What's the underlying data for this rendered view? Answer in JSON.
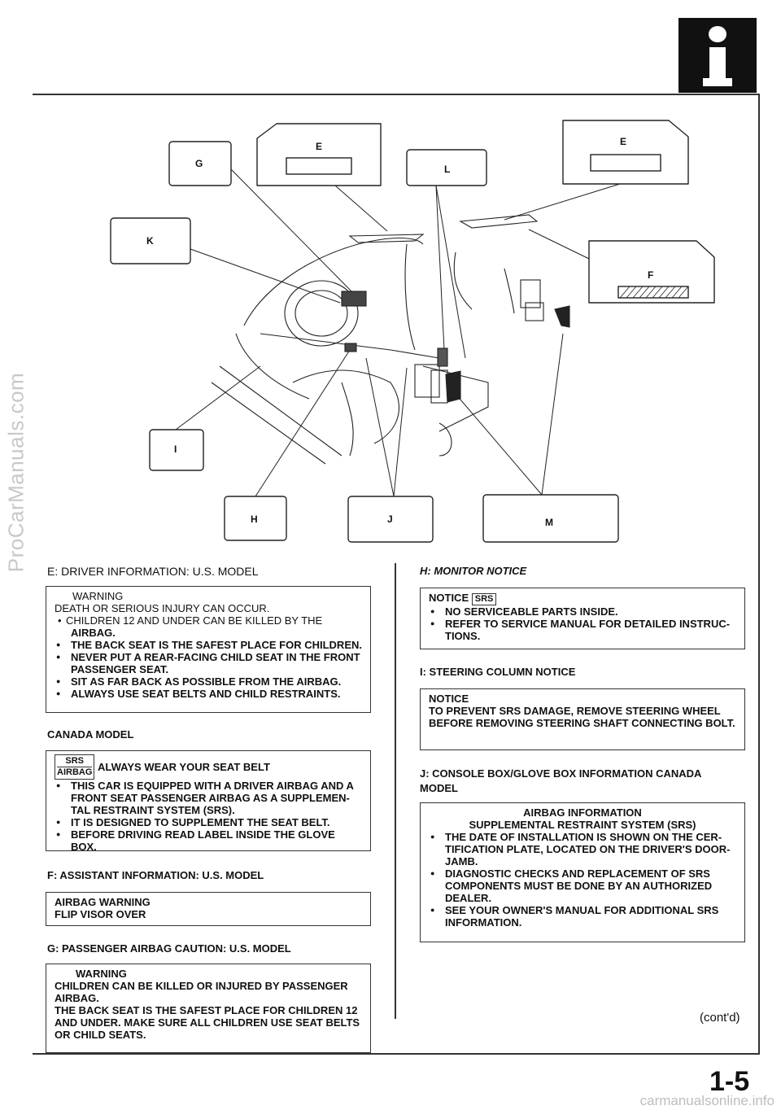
{
  "watermarks": {
    "side": "ProCarManuals.com",
    "bottom": "carmanualsonline.info"
  },
  "header_icon": "info-icon",
  "diagram": {
    "callouts": {
      "E": "E",
      "E2": "E",
      "G": "G",
      "K": "K",
      "L": "L",
      "F": "F",
      "I": "I",
      "H": "H",
      "J": "J",
      "M": "M"
    }
  },
  "left": {
    "e_title": "E: DRIVER INFORMATION: U.S. MODEL",
    "e_box": {
      "line1": "WARNING",
      "line2": "DEATH OR SERIOUS INJURY CAN OCCUR.",
      "item1": "CHILDREN 12 AND UNDER CAN BE KILLED BY THE",
      "item1b": "AIRBAG.",
      "item2": "THE BACK SEAT IS THE SAFEST PLACE FOR CHILDREN.",
      "item3": "NEVER PUT A REAR-FACING CHILD SEAT IN THE FRONT PASSENGER SEAT.",
      "item4": "SIT AS FAR BACK AS POSSIBLE FROM THE AIRBAG.",
      "item5": "ALWAYS USE SEAT BELTS AND CHILD RESTRAINTS."
    },
    "canada_title": "CANADA MODEL",
    "canada_box": {
      "badge_top": "SRS",
      "badge_bottom": "AIRBAG",
      "headline": "ALWAYS WEAR YOUR SEAT BELT",
      "item1": "THIS CAR IS EQUIPPED WITH A DRIVER AIRBAG AND A FRONT SEAT PASSENGER AIRBAG AS A SUPPLEMEN-TAL RESTRAINT SYSTEM (SRS).",
      "item2": "IT IS DESIGNED TO SUPPLEMENT THE SEAT BELT.",
      "item3": "BEFORE DRIVING READ LABEL INSIDE THE GLOVE BOX."
    },
    "f_title": "F: ASSISTANT INFORMATION: U.S. MODEL",
    "f_box": {
      "line1": "AIRBAG WARNING",
      "line2": "FLIP VISOR OVER"
    },
    "g_title": "G: PASSENGER AIRBAG CAUTION: U.S. MODEL",
    "g_box": {
      "line1": "WARNING",
      "line2": "CHILDREN CAN BE KILLED OR INJURED BY PASSENGER AIRBAG.",
      "line3": "THE BACK SEAT IS THE SAFEST PLACE FOR CHILDREN 12 AND UNDER. MAKE SURE ALL CHILDREN USE SEAT BELTS OR CHILD SEATS."
    }
  },
  "right": {
    "h_title": "H: MONITOR NOTICE",
    "h_box": {
      "notice": "NOTICE",
      "badge": "SRS",
      "item1": "NO SERVICEABLE PARTS INSIDE.",
      "item2": "REFER TO SERVICE MANUAL FOR DETAILED INSTRUC-TIONS."
    },
    "i_title": "I: STEERING COLUMN NOTICE",
    "i_box": {
      "notice": "NOTICE",
      "text": "TO PREVENT SRS DAMAGE, REMOVE STEERING WHEEL BEFORE REMOVING STEERING SHAFT CONNECTING BOLT."
    },
    "j_title": "J: CONSOLE BOX/GLOVE BOX INFORMATION CANADA MODEL",
    "j_box": {
      "head1": "AIRBAG INFORMATION",
      "head2": "SUPPLEMENTAL RESTRAINT SYSTEM (SRS)",
      "item1": "THE DATE OF INSTALLATION IS SHOWN ON THE CER-TIFICATION PLATE, LOCATED ON THE DRIVER'S DOOR-JAMB.",
      "item2": "DIAGNOSTIC CHECKS AND REPLACEMENT OF SRS COMPONENTS MUST BE DONE BY AN AUTHORIZED DEALER.",
      "item3": "SEE YOUR OWNER'S MANUAL FOR ADDITIONAL SRS INFORMATION."
    },
    "contd": "(cont'd)"
  },
  "page_number": "1-5"
}
